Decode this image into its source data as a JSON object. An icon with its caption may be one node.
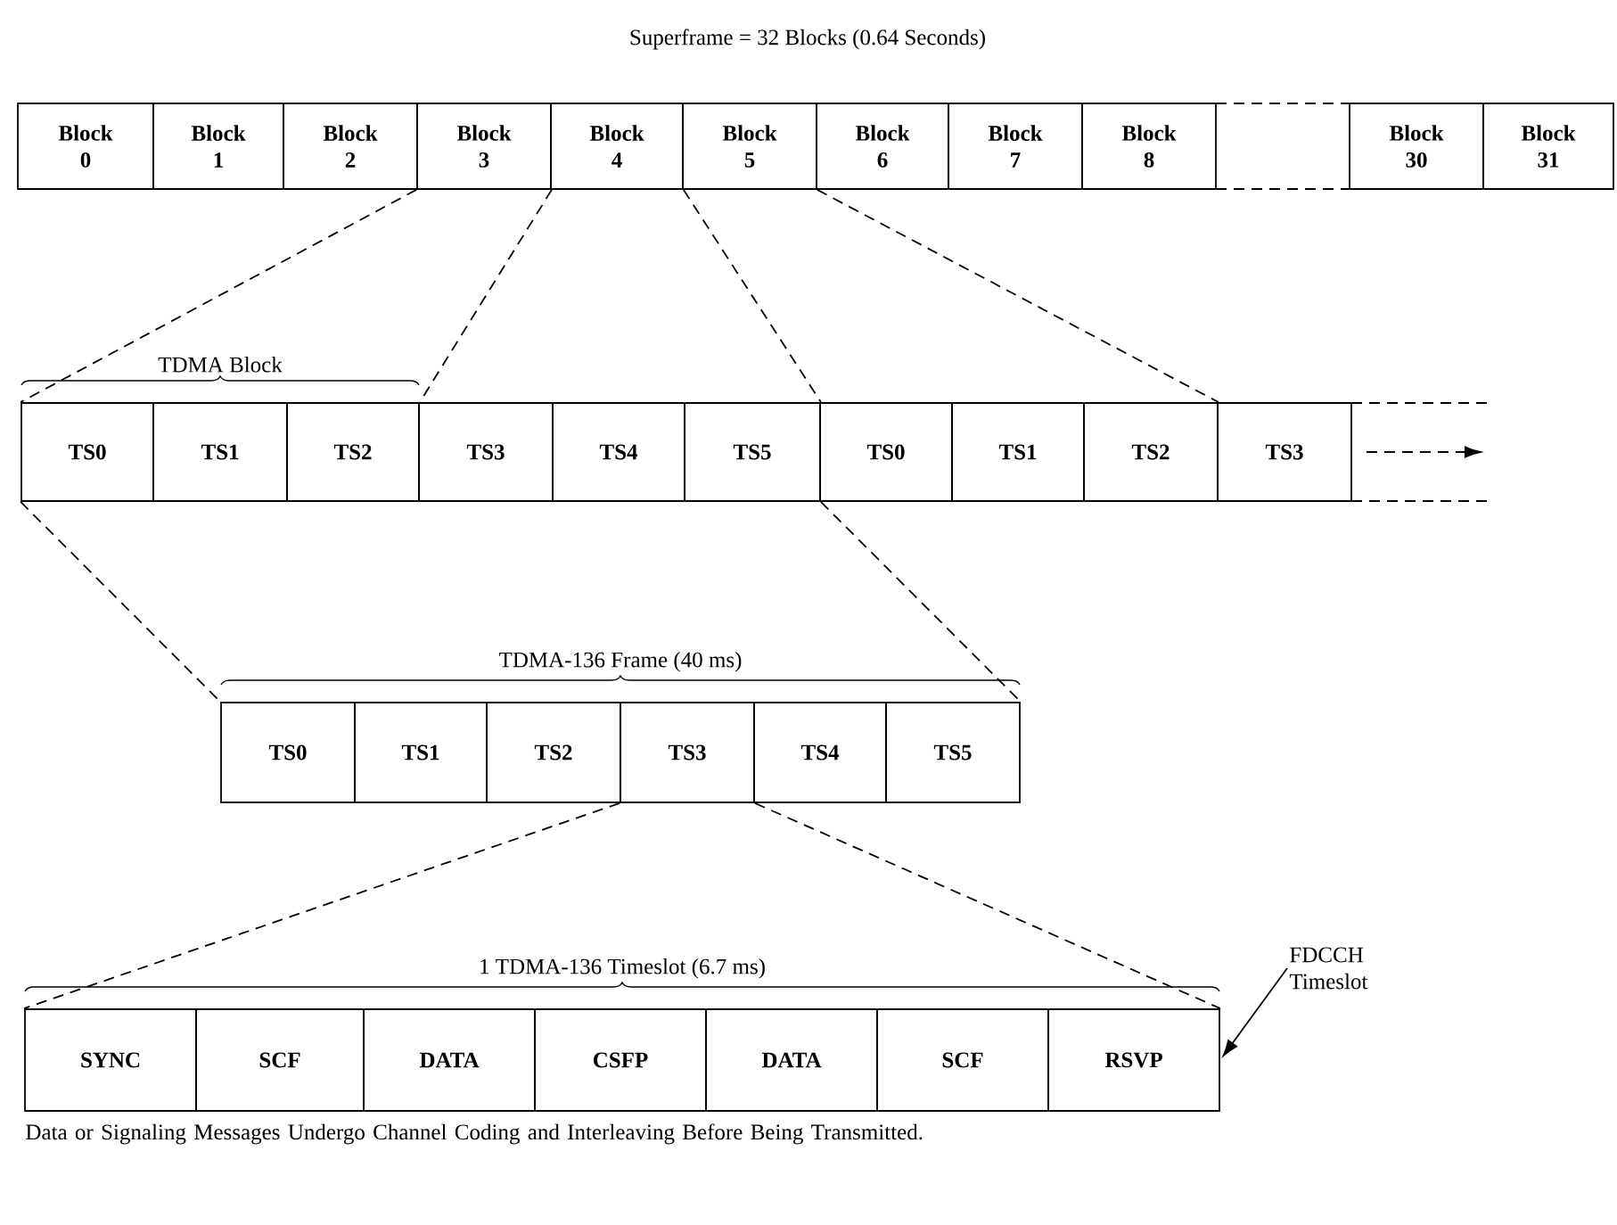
{
  "diagram": {
    "title": "Superframe = 32 Blocks (0.64 Seconds)",
    "caption": "Data or Signaling Messages Undergo Channel Coding and Interleaving Before Being Transmitted.",
    "nodes": [
      {
        "text": [
          "Block 0"
        ]
      },
      {
        "text": [
          "Block 1"
        ]
      },
      {
        "text": [
          "Block 2"
        ]
      },
      {
        "text": [
          "Block 3"
        ]
      },
      {
        "text": [
          "Block 4"
        ]
      },
      {
        "text": [
          "Block 5"
        ]
      },
      {
        "text": [
          "Block 6"
        ]
      },
      {
        "text": [
          "Block 7"
        ]
      },
      {
        "text": [
          "Block 8"
        ]
      },
      {
        "text": [
          "Block 30"
        ]
      },
      {
        "text": [
          "Block 31"
        ]
      },
      {
        "text": [
          "TS0"
        ]
      },
      {
        "text": [
          "TS1"
        ]
      },
      {
        "text": [
          "TS2"
        ]
      },
      {
        "text": [
          "TS3"
        ]
      },
      {
        "text": [
          "TS4"
        ]
      },
      {
        "text": [
          "TS5"
        ]
      },
      {
        "text": [
          "TS0"
        ]
      },
      {
        "text": [
          "TS1"
        ]
      },
      {
        "text": [
          "TS2"
        ]
      },
      {
        "text": [
          "TS3"
        ]
      },
      {
        "text": [
          "TS0"
        ]
      },
      {
        "text": [
          "TS1"
        ]
      },
      {
        "text": [
          "TS2"
        ]
      },
      {
        "text": [
          "TS3"
        ]
      },
      {
        "text": [
          "TS4"
        ]
      },
      {
        "text": [
          "TS5"
        ]
      },
      {
        "text": [
          "SYNC"
        ]
      },
      {
        "text": [
          "SCF"
        ]
      },
      {
        "text": [
          "DATA"
        ]
      },
      {
        "text": [
          "CSFP"
        ]
      },
      {
        "text": [
          "DATA"
        ]
      },
      {
        "text": [
          "SCF"
        ]
      },
      {
        "text": [
          "RSVP"
        ]
      },
      {
        "text": [
          "FDCCH Timeslot"
        ]
      }
    ],
    "edges": [
      {
        "from": 3,
        "to": 11,
        "arrow": "none",
        "style": "dashed"
      },
      {
        "from": 3,
        "to": 13,
        "arrow": "none",
        "style": "dashed"
      },
      {
        "from": 4,
        "to": 16,
        "arrow": "none",
        "style": "dashed"
      },
      {
        "from": 5,
        "to": 19,
        "arrow": "none",
        "style": "dashed"
      },
      {
        "from": 11,
        "to": 21,
        "arrow": "none",
        "style": "dashed"
      },
      {
        "from": 16,
        "to": 26,
        "arrow": "none",
        "style": "dashed"
      },
      {
        "from": 24,
        "to": 27,
        "arrow": "none",
        "style": "dashed"
      },
      {
        "from": 24,
        "to": 33,
        "arrow": "none",
        "style": "dashed"
      },
      {
        "from": 34,
        "to": 33,
        "arrow": "to"
      },
      {
        "from": 20,
        "to": null,
        "arrow": "to",
        "style": "dashed"
      }
    ],
    "labels": [
      "TDMA Block",
      "TDMA-136 Frame (40 ms)",
      "1 TDMA-136 Timeslot (6.7 ms)"
    ]
  }
}
